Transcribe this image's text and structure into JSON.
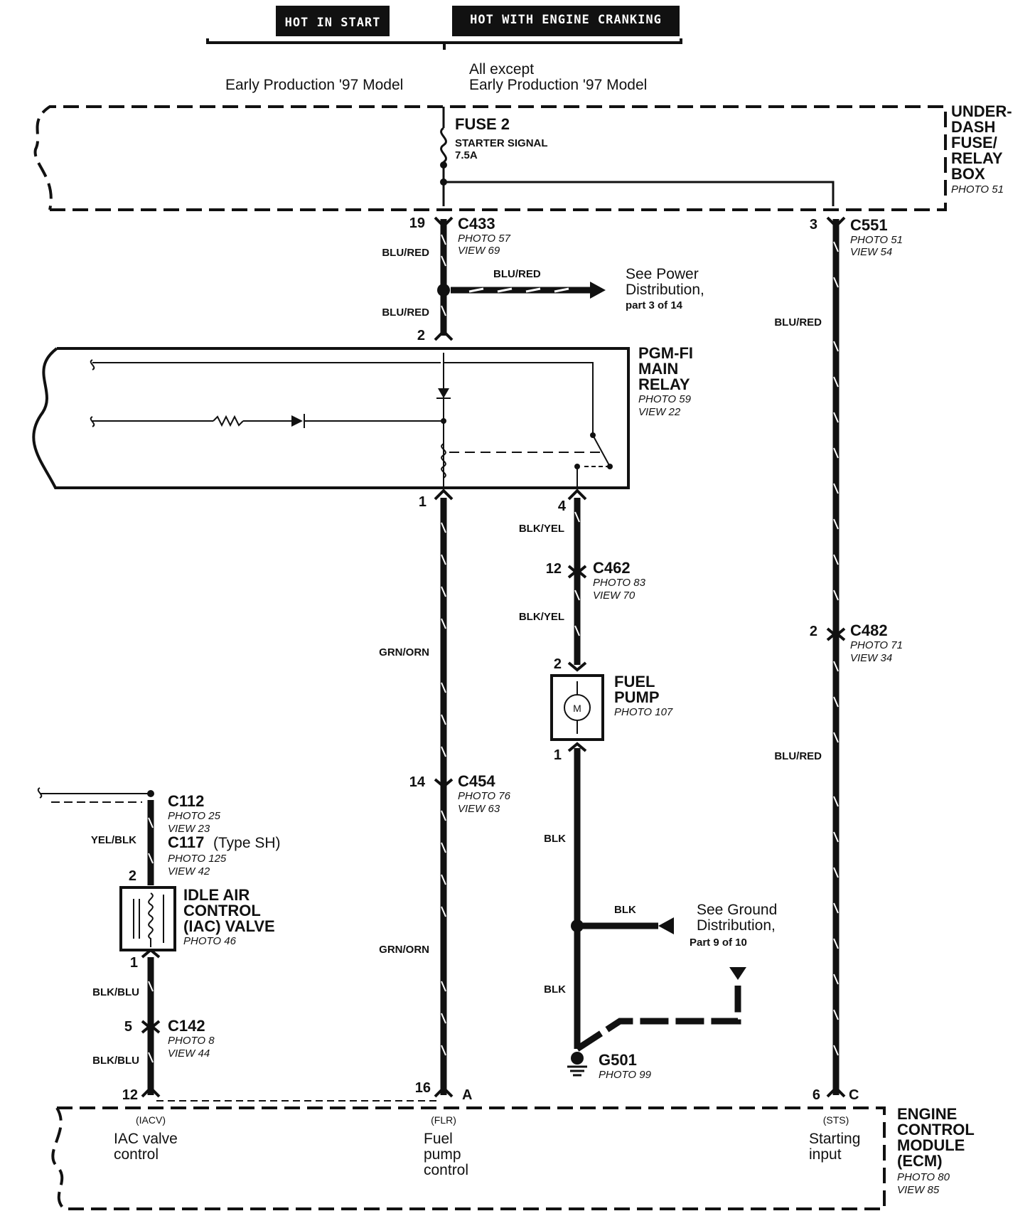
{
  "header": {
    "badge_left": "HOT IN  START",
    "badge_right": "HOT WITH ENGINE CRANKING",
    "variant_left": "Early Production '97 Model",
    "variant_right_line1": "All except",
    "variant_right_line2": "Early Production '97 Model"
  },
  "fuse_box": {
    "fuse_name": "FUSE 2",
    "fuse_desc": "STARTER SIGNAL",
    "fuse_rating": "7.5A",
    "label_lines": [
      "UNDER-",
      "DASH",
      "FUSE/",
      "RELAY",
      "BOX"
    ],
    "photo": "PHOTO 51"
  },
  "connectors": {
    "c433": {
      "name": "C433",
      "photo": "PHOTO 57",
      "view": "VIEW 69",
      "pin": "19"
    },
    "c551": {
      "name": "C551",
      "photo": "PHOTO 51",
      "view": "VIEW 54",
      "pin": "3"
    },
    "c462": {
      "name": "C462",
      "photo": "PHOTO 83",
      "view": "VIEW 70",
      "pin": "12"
    },
    "c482": {
      "name": "C482",
      "photo": "PHOTO 71",
      "view": "VIEW 34",
      "pin": "2"
    },
    "c454": {
      "name": "C454",
      "photo": "PHOTO 76",
      "view": "VIEW 63",
      "pin": "14"
    },
    "c112": {
      "name": "C112",
      "photo": "PHOTO 25",
      "view": "VIEW 23"
    },
    "c117": {
      "name": "C117",
      "suffix": "(Type SH)",
      "photo": "PHOTO 125",
      "view": "VIEW 42"
    },
    "c142": {
      "name": "C142",
      "photo": "PHOTO 8",
      "view": "VIEW 44",
      "pin": "5"
    }
  },
  "wires": {
    "blu_red": "BLU/RED",
    "grn_orn": "GRN/ORN",
    "blk_yel": "BLK/YEL",
    "blk": "BLK",
    "yel_blk": "YEL/BLK",
    "blk_blu": "BLK/BLU"
  },
  "power_ref": {
    "line1": "See Power",
    "line2": "Distribution,",
    "line3": "part 3 of 14"
  },
  "ground_ref": {
    "line1": "See Ground",
    "line2": "Distribution,",
    "line3": "Part 9 of 10"
  },
  "relay": {
    "label_lines": [
      "PGM-FI",
      "MAIN",
      "RELAY"
    ],
    "photo": "PHOTO 59",
    "view": "VIEW 22",
    "pin_top": "2",
    "pin_left": "1",
    "pin_right": "4"
  },
  "fuel_pump": {
    "label_lines": [
      "FUEL",
      "PUMP"
    ],
    "photo": "PHOTO 107",
    "motor": "M",
    "pin_top": "2",
    "pin_bottom": "1"
  },
  "iac_valve": {
    "label_lines": [
      "IDLE AIR",
      "CONTROL",
      "(IAC) VALVE"
    ],
    "photo": "PHOTO 46",
    "pin_top": "2",
    "pin_bottom": "1"
  },
  "ground": {
    "name": "G501",
    "photo": "PHOTO 99"
  },
  "ecm": {
    "label_lines": [
      "ENGINE",
      "CONTROL",
      "MODULE",
      "(ECM)"
    ],
    "photo": "PHOTO 80",
    "view": "VIEW 85",
    "pins": [
      {
        "num": "12",
        "letter": "",
        "code": "(IACV)",
        "desc_lines": [
          "IAC valve",
          "control"
        ]
      },
      {
        "num": "16",
        "letter": "A",
        "code": "(FLR)",
        "desc_lines": [
          "Fuel",
          "pump",
          "control"
        ]
      },
      {
        "num": "6",
        "letter": "C",
        "code": "(STS)",
        "desc_lines": [
          "Starting",
          "input"
        ]
      }
    ]
  }
}
